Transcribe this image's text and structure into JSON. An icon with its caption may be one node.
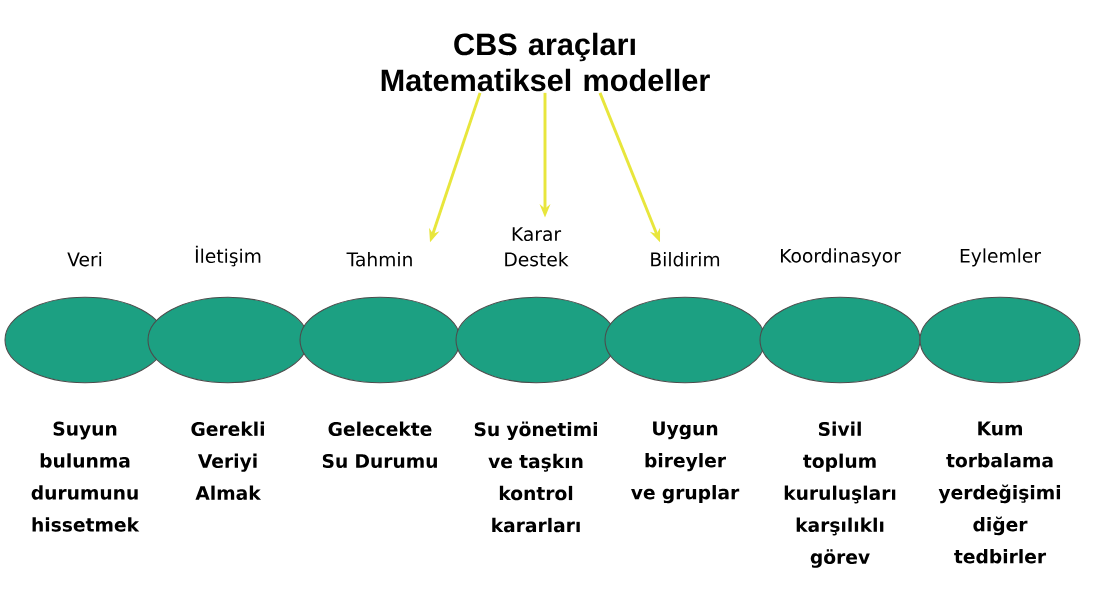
{
  "diagram": {
    "nodes": [
      {
        "text": [
          "CBS araçları Matematiksel modeller"
        ]
      },
      {
        "text": [
          "Veri"
        ],
        "beside": [
          "Suyun bulunma durumunu hissetmek"
        ]
      },
      {
        "text": [
          "İletişim"
        ],
        "beside": [
          "Gerekli Veriyi Almak"
        ]
      },
      {
        "text": [
          "Tahmin"
        ],
        "beside": [
          "Gelecekte Su Durumu"
        ]
      },
      {
        "text": [
          "Karar Destek"
        ],
        "beside": [
          "Su yönetimi ve taşkın kontrol kararları"
        ]
      },
      {
        "text": [
          "Bildirim"
        ],
        "beside": [
          "Uygun bireyler ve gruplar"
        ]
      },
      {
        "text": [
          "Koordinasyor"
        ],
        "beside": [
          "Sivil toplum kuruluşları karşılıklı görev"
        ]
      },
      {
        "text": [
          "Eylemler"
        ],
        "beside": [
          "Kum torbalama yerdeğişimi diğer tedbirler"
        ]
      }
    ],
    "edges": [
      {
        "from": 0,
        "to": 3,
        "arrow": "to"
      },
      {
        "from": 0,
        "to": 4,
        "arrow": "to"
      },
      {
        "from": 0,
        "to": 5,
        "arrow": "to"
      }
    ]
  }
}
